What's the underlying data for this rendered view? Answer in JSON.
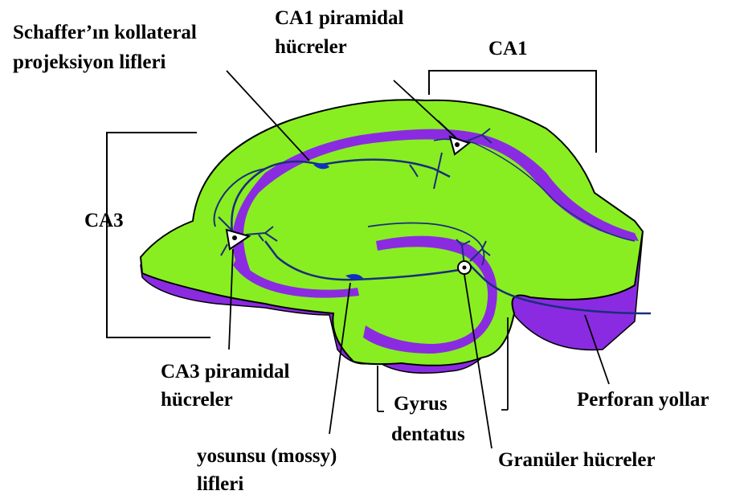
{
  "labels": {
    "schaffer_line1": "Schaffer’ın kollateral",
    "schaffer_line2": "projeksiyon lifleri",
    "ca1_pyr_line1": "CA1 piramidal",
    "ca1_pyr_line2": "hücreler",
    "ca1": "CA1",
    "ca3": "CA3",
    "ca3_pyr_line1": "CA3 piramidal",
    "ca3_pyr_line2": "hücreler",
    "gyrus_line1": "Gyrus",
    "gyrus_line2": "dentatus",
    "mossy_line1": "yosunsu (mossy)",
    "mossy_line2": "lifleri",
    "granule": "Granüler hücreler",
    "perforant": "Perforan yollar"
  },
  "colors": {
    "tissue_green": "#88ee22",
    "cell_layer_purple": "#8a2be2",
    "fiber_navy": "#1a2e7a",
    "terminal_blue": "#1030c0",
    "outline": "#000000"
  }
}
